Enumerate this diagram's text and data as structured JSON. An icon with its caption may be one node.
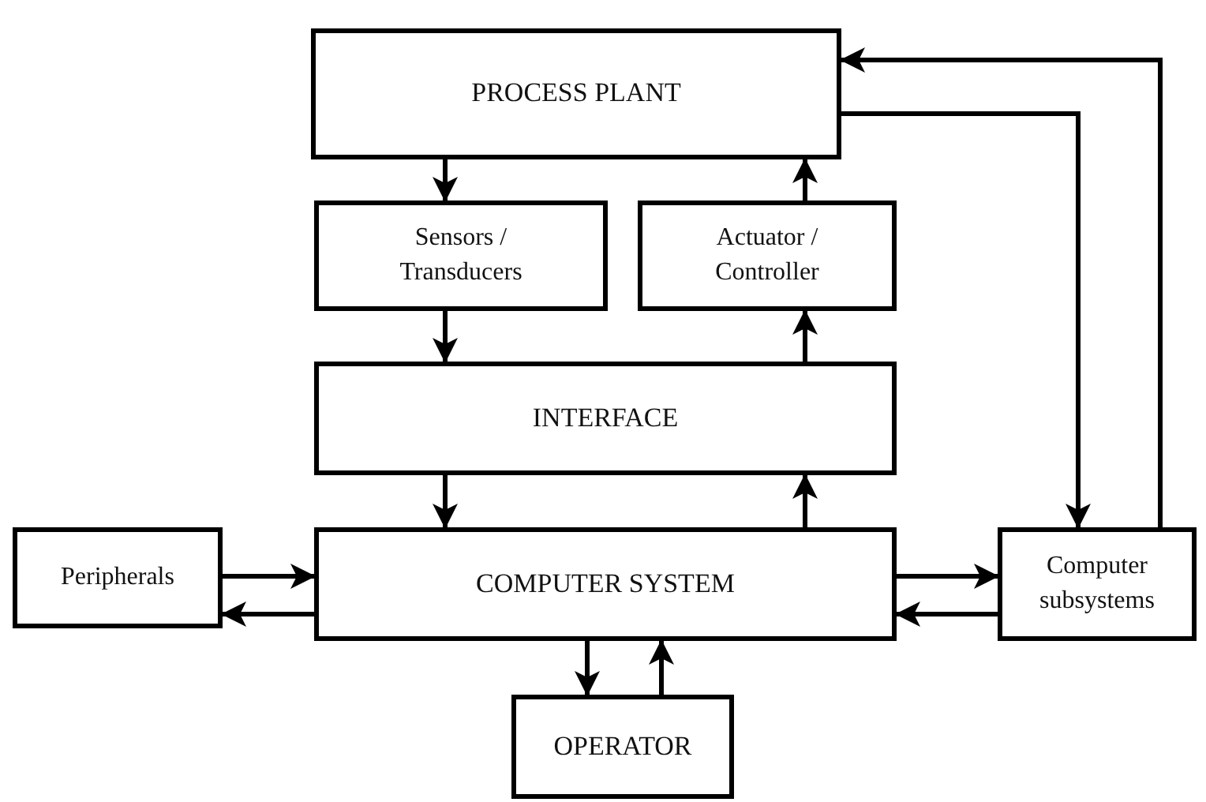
{
  "diagram": {
    "nodes": [
      {
        "text": [
          "PROCESS PLANT"
        ]
      },
      {
        "text": [
          "Sensors / Transducers"
        ]
      },
      {
        "text": [
          "Actuator / Controller"
        ]
      },
      {
        "text": [
          "INTERFACE"
        ]
      },
      {
        "text": [
          "Peripherals"
        ]
      },
      {
        "text": [
          "COMPUTER SYSTEM"
        ]
      },
      {
        "text": [
          "Computer subsystems"
        ]
      },
      {
        "text": [
          "OPERATOR"
        ]
      }
    ],
    "edges": [
      {
        "from": 0,
        "to": 1,
        "arrow": "to"
      },
      {
        "from": 2,
        "to": 0,
        "arrow": "to"
      },
      {
        "from": 1,
        "to": 3,
        "arrow": "to"
      },
      {
        "from": 3,
        "to": 2,
        "arrow": "to"
      },
      {
        "from": 3,
        "to": 5,
        "arrow": "to"
      },
      {
        "from": 5,
        "to": 3,
        "arrow": "to"
      },
      {
        "from": 4,
        "to": 5,
        "arrow": "to"
      },
      {
        "from": 5,
        "to": 4,
        "arrow": "to"
      },
      {
        "from": 5,
        "to": 6,
        "arrow": "to"
      },
      {
        "from": 6,
        "to": 5,
        "arrow": "to"
      },
      {
        "from": 5,
        "to": 7,
        "arrow": "to"
      },
      {
        "from": 7,
        "to": 5,
        "arrow": "to"
      },
      {
        "from": 0,
        "to": 6,
        "arrow": "to"
      },
      {
        "from": 6,
        "to": 0,
        "arrow": "to"
      }
    ]
  }
}
